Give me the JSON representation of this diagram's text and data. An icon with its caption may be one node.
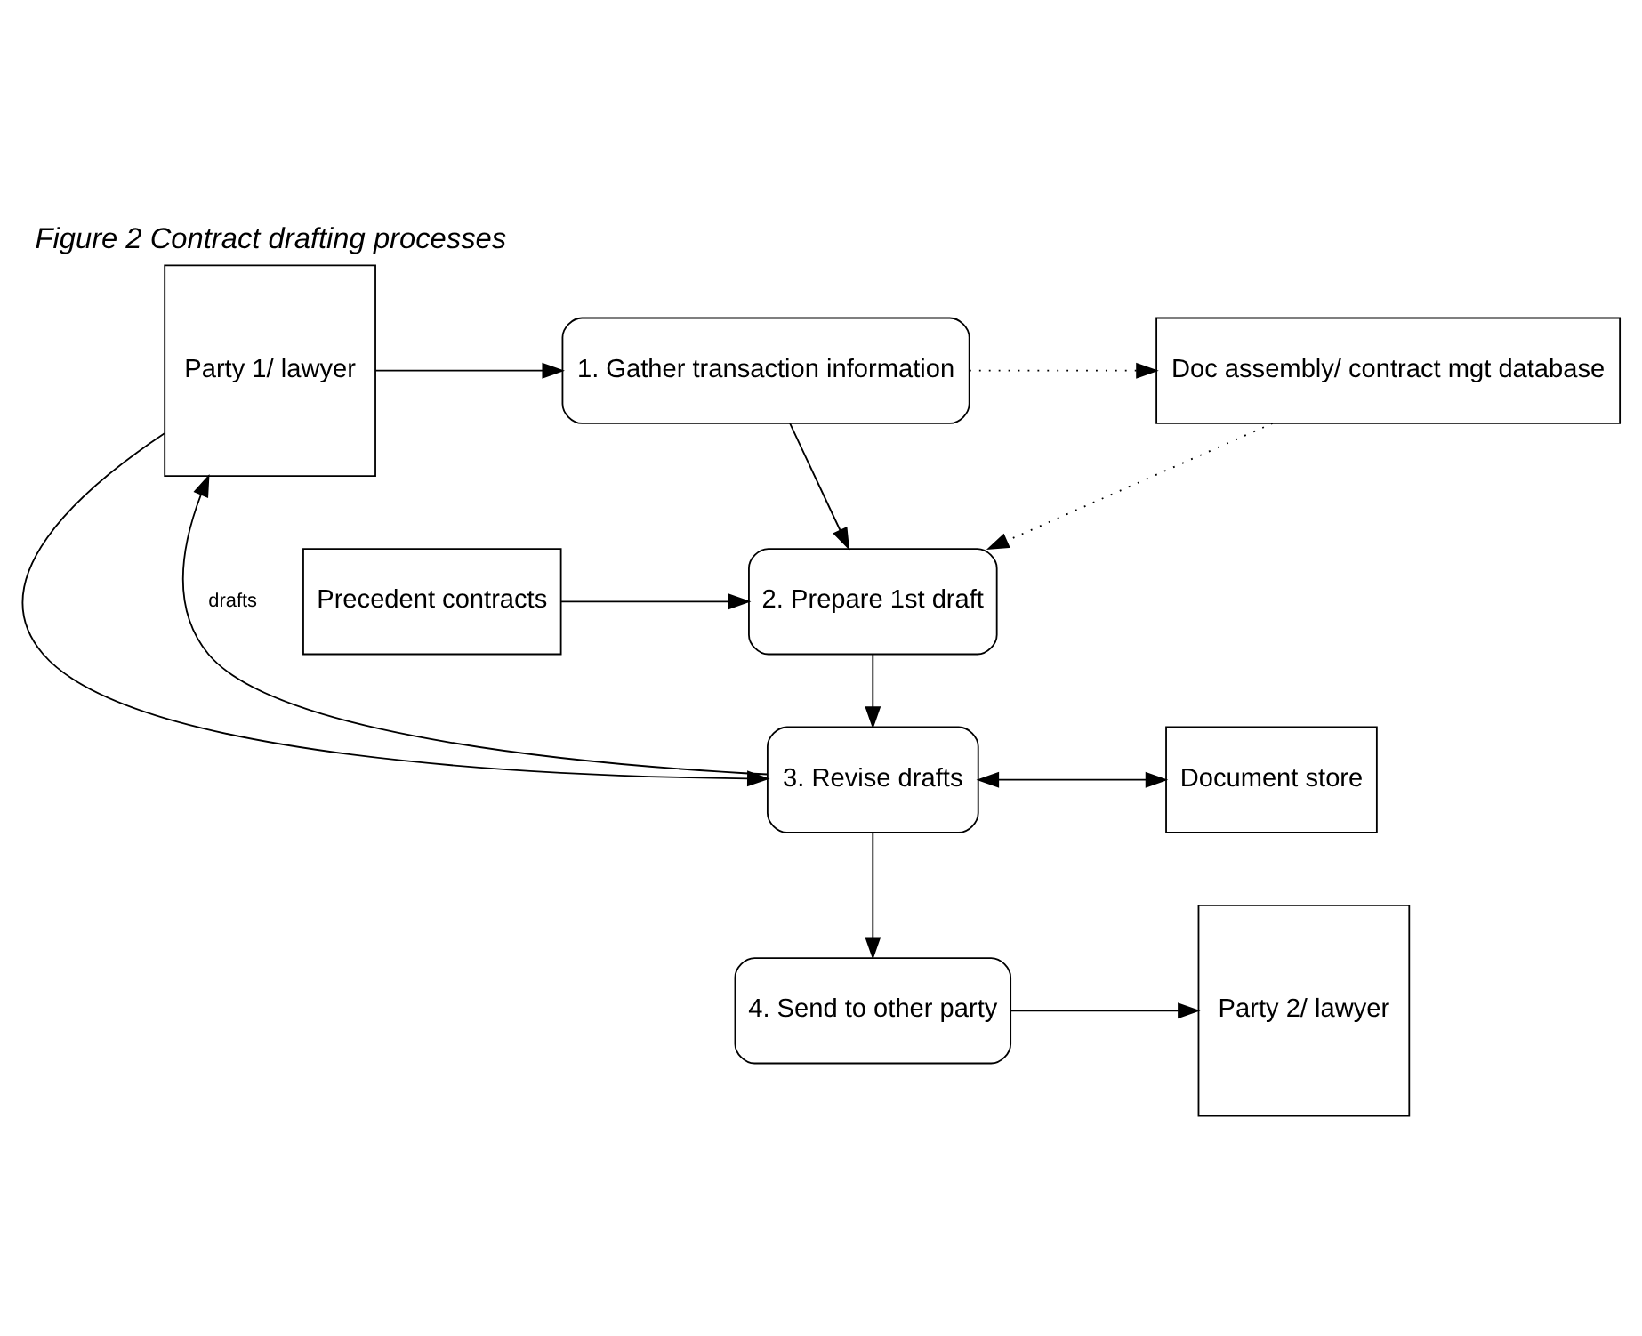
{
  "diagram": {
    "title": "Figure 2 Contract drafting processes",
    "nodes": [
      {
        "text": [
          "Party 1/ lawyer"
        ]
      },
      {
        "text": [
          "1. Gather transaction information"
        ]
      },
      {
        "text": [
          "Doc assembly/ contract mgt database"
        ]
      },
      {
        "text": [
          "2. Prepare 1st draft"
        ]
      },
      {
        "text": [
          "Precedent contracts"
        ]
      },
      {
        "text": [
          "3. Revise drafts"
        ]
      },
      {
        "text": [
          "Document store"
        ]
      },
      {
        "text": [
          "Party 2/ lawyer"
        ]
      },
      {
        "text": [
          "4. Send to other party"
        ]
      }
    ],
    "edges": [
      {
        "from": 0,
        "to": 1,
        "arrow": "to"
      },
      {
        "from": 1,
        "to": 2,
        "arrow": "to",
        "style": "dashed"
      },
      {
        "from": 1,
        "to": 3,
        "arrow": "to"
      },
      {
        "from": 2,
        "to": 3,
        "arrow": "to",
        "style": "dashed"
      },
      {
        "from": 4,
        "to": 3,
        "arrow": "to"
      },
      {
        "from": 3,
        "to": 5,
        "arrow": "to"
      },
      {
        "from": 0,
        "to": 5,
        "arrow": "to"
      },
      {
        "from": 5,
        "to": 0,
        "arrow": "to",
        "label": "drafts"
      },
      {
        "from": 5,
        "to": 6,
        "arrow": "both"
      },
      {
        "from": 5,
        "to": 8,
        "arrow": "to"
      },
      {
        "from": 8,
        "to": 7,
        "arrow": "to"
      }
    ]
  }
}
